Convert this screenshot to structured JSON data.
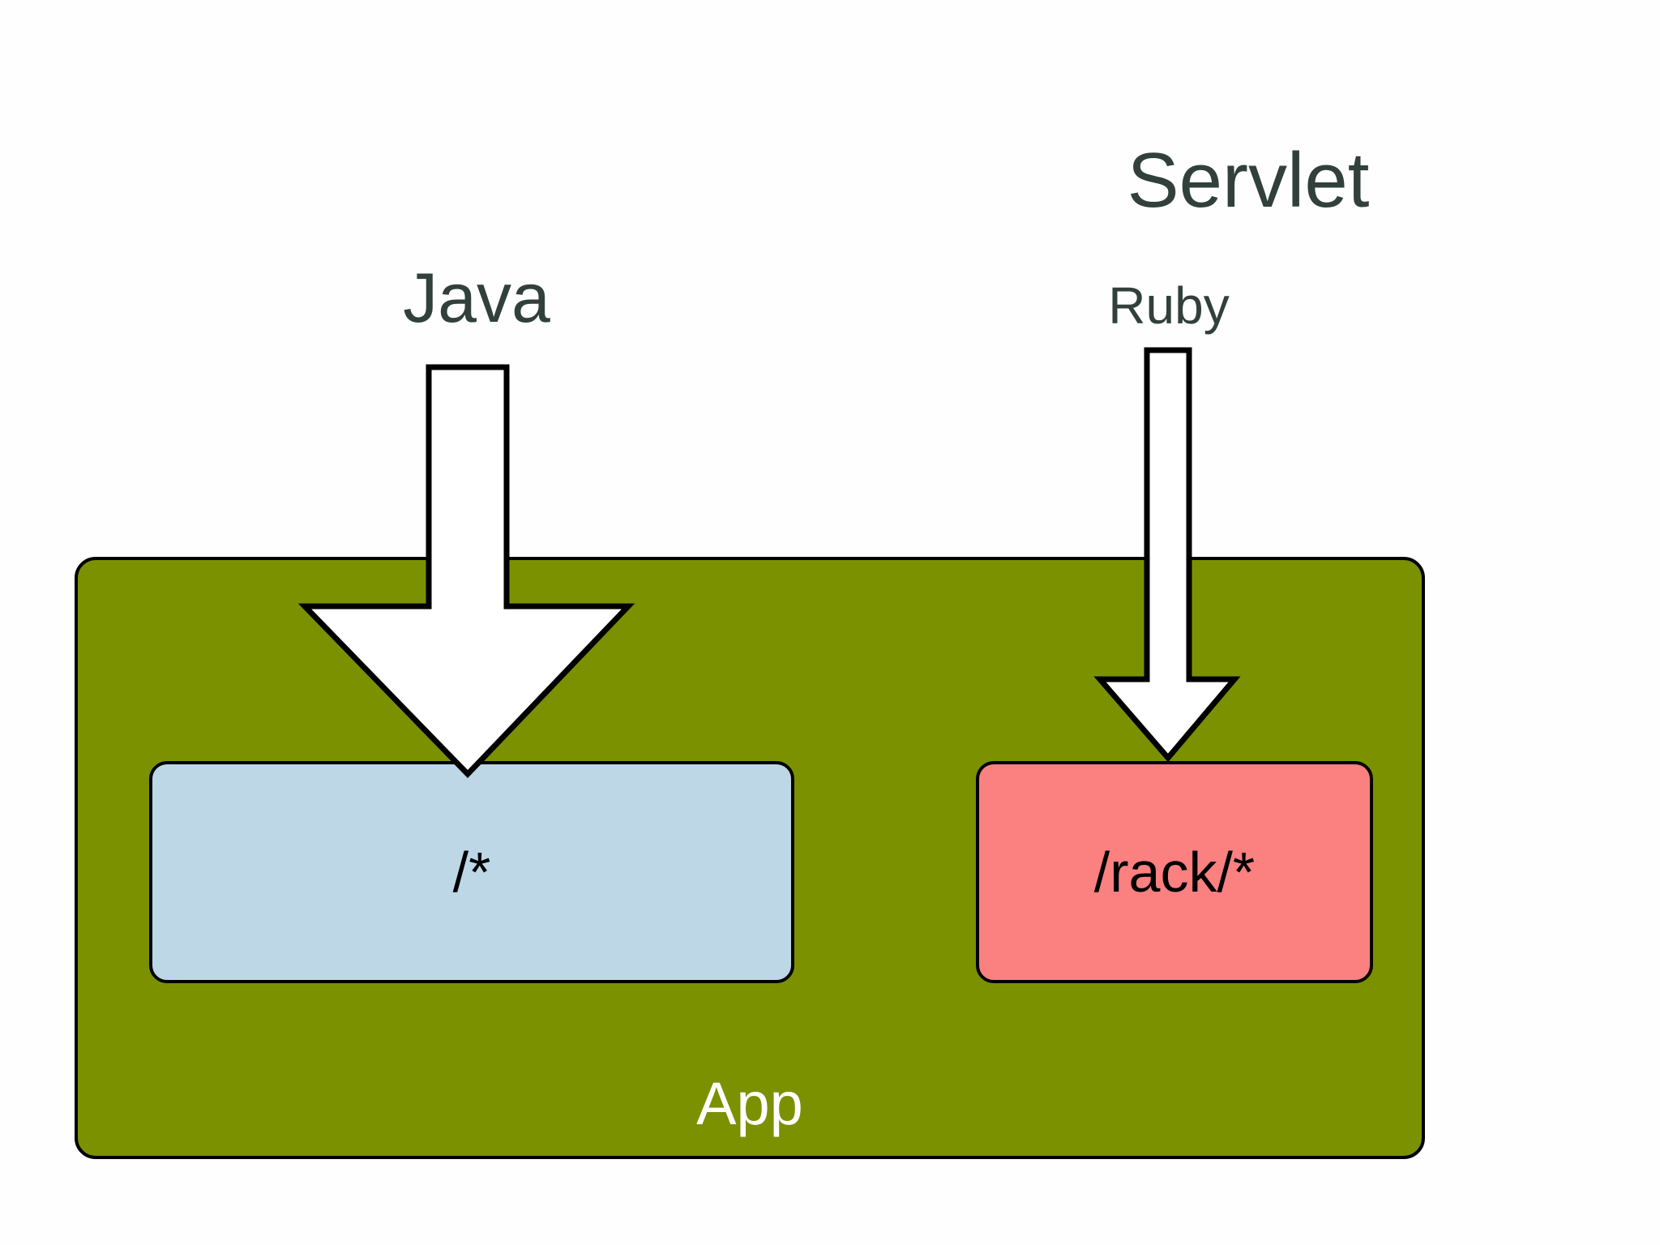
{
  "diagram": {
    "title_label": "Servlet",
    "container": {
      "name_label": "App",
      "fill_color": "#7C9100",
      "border_color": "#000000",
      "text_color": "#FFFFFF"
    },
    "flows": [
      {
        "source_label": "Java",
        "target_label": "/*",
        "target_fill_color": "#BDD7E7",
        "arrow_name": "java-arrow"
      },
      {
        "source_label": "Ruby",
        "target_label": "/rack/*",
        "target_fill_color": "#FB8080",
        "arrow_name": "ruby-arrow"
      }
    ],
    "colors": {
      "background": "#FEFEFE",
      "label_text": "#31403B",
      "box_text": "#000000",
      "arrow_fill": "#FFFFFF",
      "arrow_stroke": "#000000"
    }
  }
}
